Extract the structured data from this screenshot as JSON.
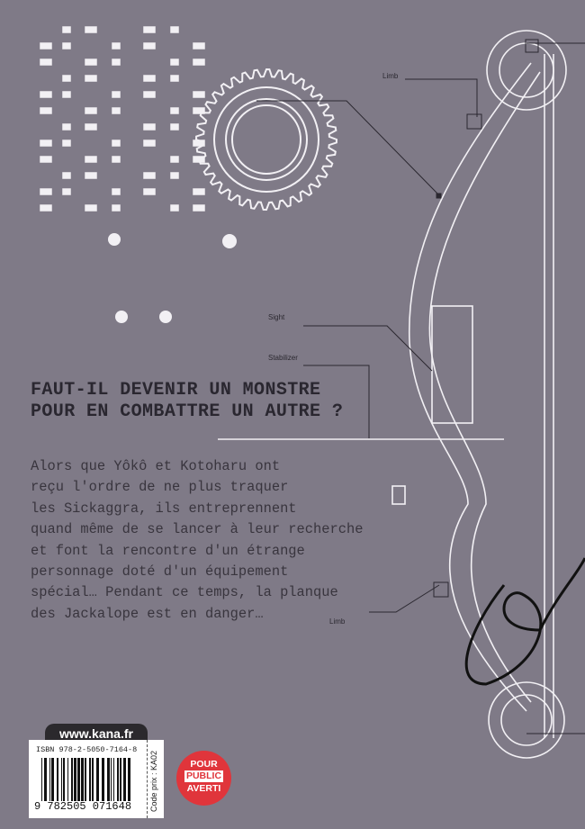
{
  "annotations": {
    "limb_top": "Limb",
    "sight": "Sight",
    "stabilizer": "Stabilizer",
    "limb_bottom": "Limb"
  },
  "headline": [
    "FAUT-IL DEVENIR UN MONSTRE",
    "POUR EN COMBATTRE UN AUTRE ?"
  ],
  "blurb": [
    "Alors que Yôkô et Kotoharu ont",
    "reçu l'ordre de ne plus traquer",
    "les Sickaggra, ils entreprennent",
    "quand même de se lancer à leur recherche",
    "et font la rencontre d'un étrange",
    "personnage doté d'un équipement",
    "spécial… Pendant ce temps, la planque",
    "des Jackalope est en danger…"
  ],
  "publisher_site": "www.kana.fr",
  "isbn": "ISBN 978-2-5050-7164-8",
  "ean": "9 782505 071648",
  "code_prix": "Code prix : KA02",
  "rating_badge": [
    "POUR",
    "PUBLIC",
    "AVERTI"
  ],
  "colors": {
    "background": "#7f7a87",
    "badge": "#e0353b",
    "text": "#2a2730"
  }
}
